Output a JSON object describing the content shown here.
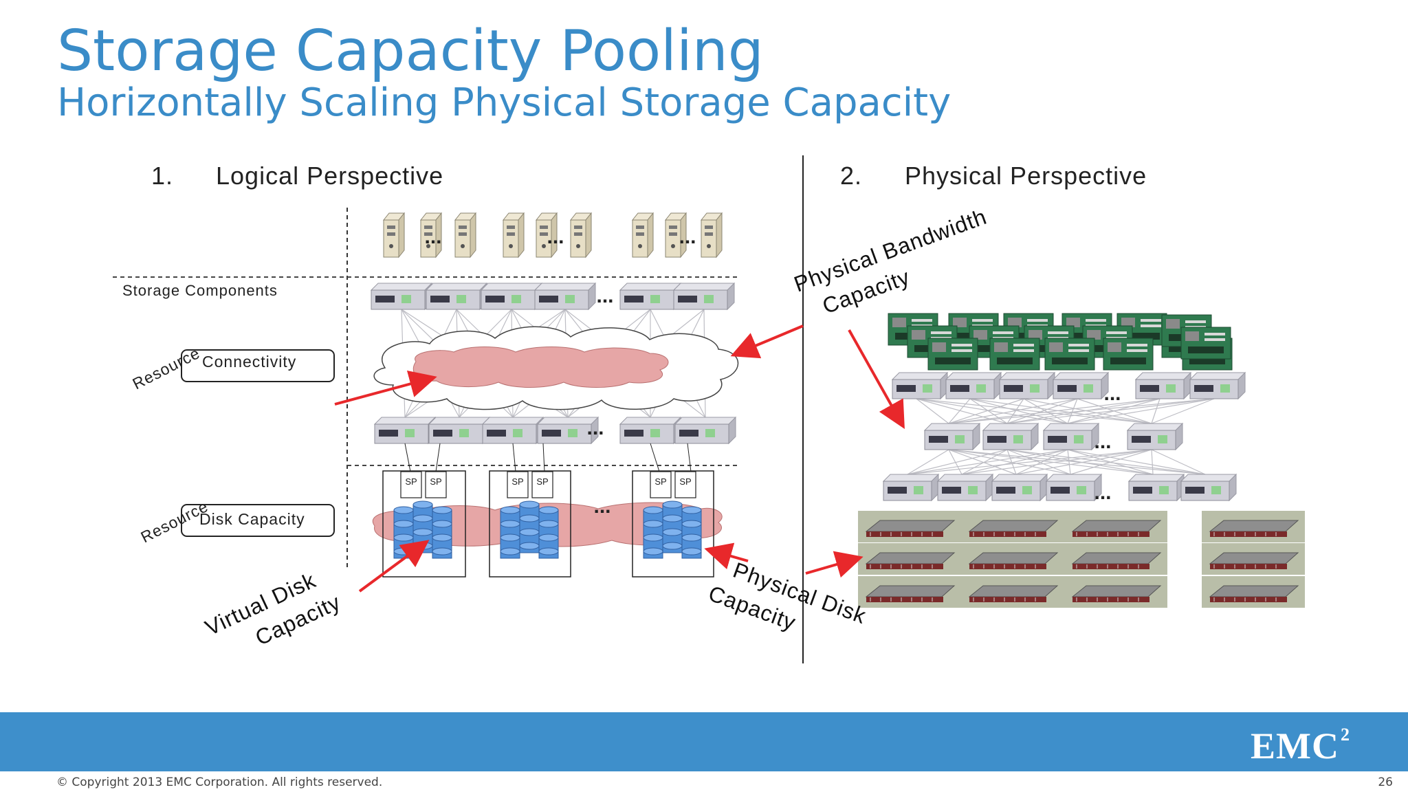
{
  "slide": {
    "title": "Storage Capacity Pooling",
    "subtitle": "Horizontally Scaling Physical Storage Capacity"
  },
  "diagram": {
    "logical_heading_number": "1.",
    "logical_heading": "Logical Perspective",
    "physical_heading_number": "2.",
    "physical_heading": "Physical Perspective",
    "storage_components_label": "Storage Components",
    "connectivity_box_label": "Connectivity",
    "disk_capacity_box_label": "Disk Capacity",
    "resource_label_upper": "Resource",
    "resource_label_lower": "Resource",
    "sp_label": "SP",
    "ellipsis": "...",
    "physical_bandwidth_line1": "Physical Bandwidth",
    "physical_bandwidth_line2": "Capacity",
    "physical_disk_line1": "Physical Disk",
    "physical_disk_line2": "Capacity",
    "virtual_disk_line1": "Virtual Disk",
    "virtual_disk_line2": "Capacity"
  },
  "footer": {
    "logo_text": "EMC",
    "logo_superscript": "2",
    "copyright": "© Copyright 2013 EMC Corporation. All rights reserved.",
    "page_number": "26"
  },
  "colors": {
    "title": "#3a8cc8",
    "footer_bar": "#3e8fcb",
    "arrow": "#e8282b",
    "cloud_fill": "#e6a6a6",
    "disk": "#4f8fd8"
  }
}
